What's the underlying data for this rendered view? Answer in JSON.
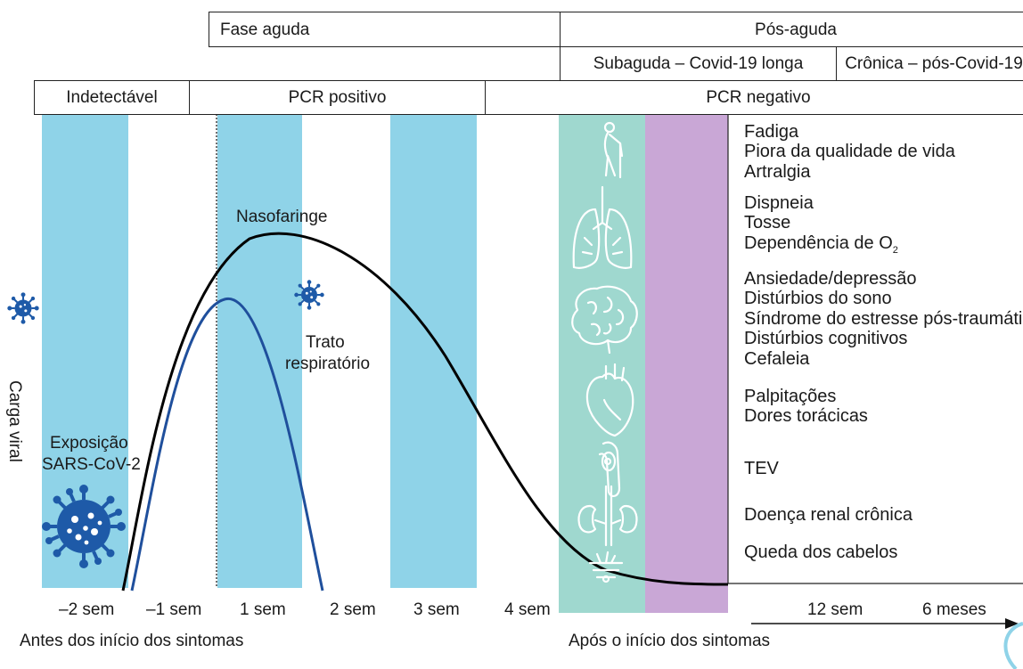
{
  "header": {
    "phase_acute": "Fase aguda",
    "phase_post_acute": "Pós-aguda",
    "sub_subacute": "Subaguda – Covid-19 longa",
    "sub_chronic": "Crônica – pós-Covid-19",
    "pcr_undetectable": "Indetectável",
    "pcr_positive": "PCR positivo",
    "pcr_negative": "PCR negativo"
  },
  "labels": {
    "nasopharynx": "Nasofaringe",
    "respiratory_tract_line1": "Trato",
    "respiratory_tract_line2": "respiratório",
    "exposure_line1": "Exposição",
    "exposure_line2": "SARS-CoV-2",
    "y_axis": "Carga viral"
  },
  "timeline": {
    "ticks": [
      "–2 sem",
      "–1 sem",
      "1 sem",
      "2 sem",
      "3 sem",
      "4 sem",
      "12 sem",
      "6 meses"
    ],
    "before_onset": "Antes dos início dos sintomas",
    "after_onset": "Após o início dos sintomas"
  },
  "symptoms": {
    "general": [
      "Fadiga",
      "Piora da qualidade de vida",
      "Artralgia"
    ],
    "respiratory": [
      "Dispneia",
      "Tosse",
      "Dependência de O"
    ],
    "respiratory_o2_sub": "2",
    "neuro": [
      "Ansiedade/depressão",
      "Distúrbios do sono",
      "Síndrome do estresse pós-traumático",
      "Distúrbios cognitivos",
      "Cefaleia"
    ],
    "cardiac": [
      "Palpitações",
      "Dores torácicas"
    ],
    "vte": "TEV",
    "renal": "Doença renal crônica",
    "hair": "Queda dos cabelos"
  },
  "icons": [
    "person-fatigue-icon",
    "lungs-icon",
    "brain-icon",
    "heart-icon",
    "clot-icon",
    "kidney-icon",
    "hair-follicle-icon",
    "virus-icon",
    "arrow-right-icon"
  ],
  "colors": {
    "blue_band": "#8fd3e8",
    "teal_band": "#9fd8cf",
    "purple_band": "#c9a7d6",
    "nasopharynx_curve": "#000000",
    "respiratory_curve": "#1f4f9c",
    "virus": "#1e5aa8"
  }
}
